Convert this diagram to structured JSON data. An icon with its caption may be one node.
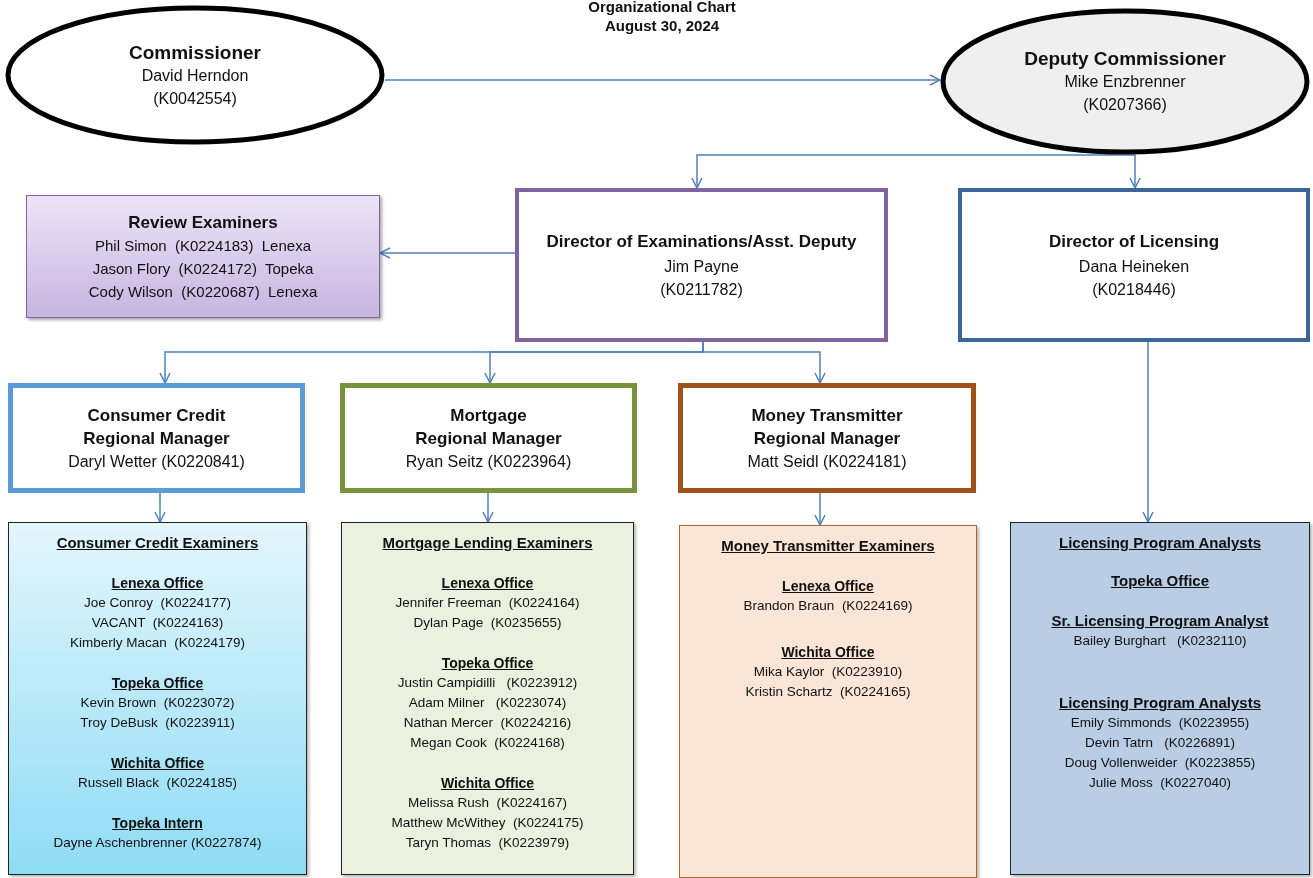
{
  "diagram": {
    "title": "Organizational Chart August 30, 2024",
    "nodes": [
      {
        "text": [
          "Commissioner",
          "David Herndon",
          "(K0042554)"
        ]
      },
      {
        "text": [
          "Deputy Commissioner",
          "Mike Enzbrenner",
          "(K0207366)"
        ]
      },
      {
        "text": [
          "Director of Examinations/Asst. Deputy",
          "Jim Payne",
          "(K0211782)"
        ]
      },
      {
        "text": [
          "Director of Licensing",
          "Dana Heineken",
          "(K0218446)"
        ]
      },
      {
        "text": [
          "Review Examiners",
          "Phil Simon  (K0224183)  Lenexa",
          "Jason Flory  (K0224172)  Topeka",
          "Cody Wilson  (K0220687)  Lenexa"
        ]
      },
      {
        "text": [
          "Consumer Credit Regional Manager",
          "Daryl Wetter (K0220841)"
        ]
      },
      {
        "text": [
          "Mortgage Regional Manager",
          "Ryan Seitz (K0223964)"
        ]
      },
      {
        "text": [
          "Money Transmitter Regional Manager",
          "Matt Seidl (K0224181)"
        ]
      },
      {
        "text": [
          "Consumer Credit Examiners",
          "Lenexa Office",
          "Joe Conroy  (K0224177)",
          "VACANT  (K0224163)",
          "Kimberly Macan  (K0224179)",
          "Topeka Office",
          "Kevin Brown  (K0223072)",
          "Troy DeBusk  (K0223911)",
          "Wichita Office",
          "Russell Black  (K0224185)",
          "Topeka Intern",
          "Dayne Aschenbrenner (K0227874)"
        ]
      },
      {
        "text": [
          "Mortgage Lending Examiners",
          "Lenexa Office",
          "Jennifer Freeman  (K0224164)",
          "Dylan Page  (K0235655)",
          "Topeka Office",
          "Justin Campidilli   (K0223912)",
          "Adam Milner   (K0223074)",
          "Nathan Mercer  (K0224216)",
          "Megan Cook  (K0224168)",
          "Wichita Office",
          "Melissa Rush  (K0224167)",
          "Matthew McWithey  (K0224175)",
          "Taryn Thomas  (K0223979)"
        ]
      },
      {
        "text": [
          "Money Transmitter Examiners",
          "Lenexa Office",
          "Brandon Braun  (K0224169)",
          "Wichita Office",
          "Mika Kaylor  (K0223910)",
          "Kristin Schartz  (K0224165)"
        ]
      },
      {
        "text": [
          "Licensing Program Analysts",
          "Topeka Office",
          "Sr. Licensing Program Analyst",
          "Bailey Burghart   (K0232110)",
          "Licensing Program Analysts",
          "Emily Simmonds  (K0223955)",
          "Devin Tatrn   (K0226891)",
          "Doug Vollenweider  (K0223855)",
          "Julie Moss  (K0227040)"
        ]
      }
    ],
    "edges": [
      {
        "from": 0,
        "to": 1,
        "arrow": "to"
      },
      {
        "from": 1,
        "to": 2,
        "arrow": "to"
      },
      {
        "from": 1,
        "to": 3,
        "arrow": "to"
      },
      {
        "from": 2,
        "to": 4,
        "arrow": "to"
      },
      {
        "from": 2,
        "to": 5,
        "arrow": "to"
      },
      {
        "from": 2,
        "to": 6,
        "arrow": "to"
      },
      {
        "from": 2,
        "to": 7,
        "arrow": "to"
      },
      {
        "from": 5,
        "to": 8,
        "arrow": "to"
      },
      {
        "from": 6,
        "to": 9,
        "arrow": "to"
      },
      {
        "from": 7,
        "to": 10,
        "arrow": "to"
      },
      {
        "from": 3,
        "to": 11,
        "arrow": "to"
      }
    ]
  }
}
